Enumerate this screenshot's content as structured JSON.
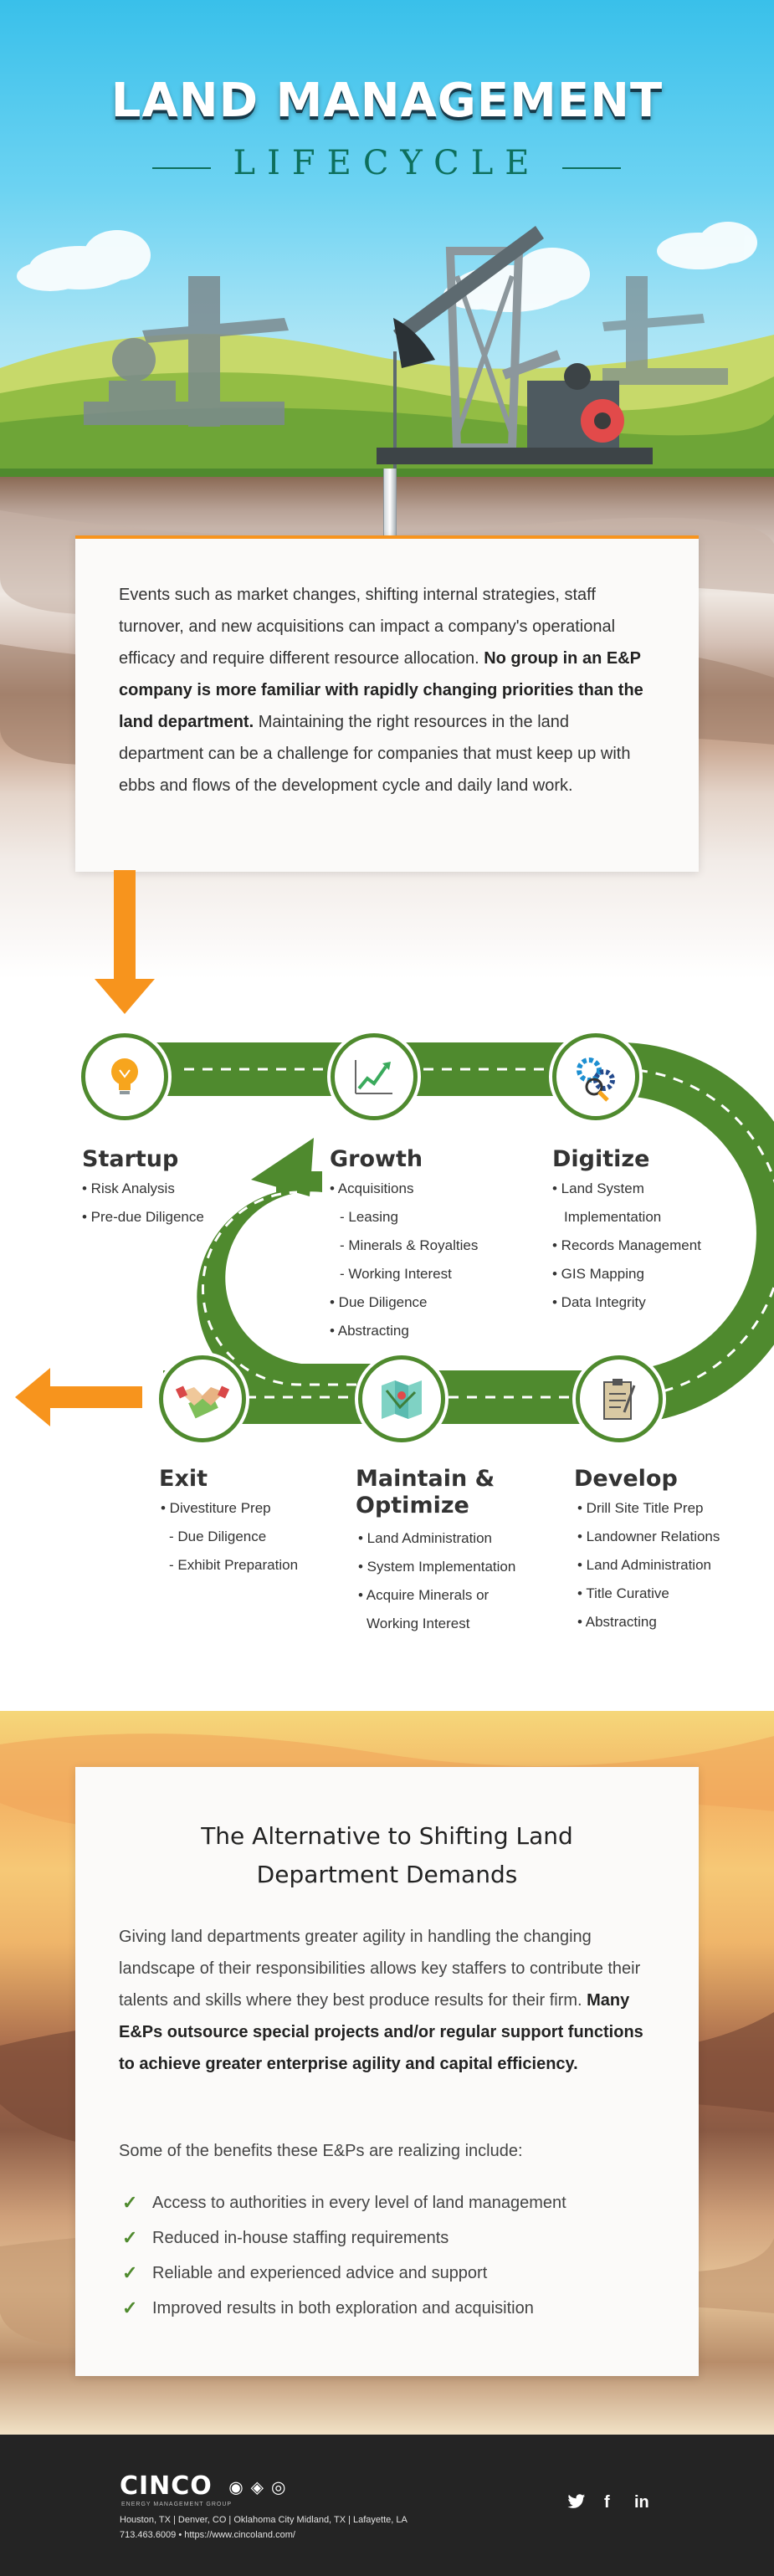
{
  "hero": {
    "title": "LAND MANAGEMENT",
    "subtitle": "LIFECYCLE"
  },
  "intro": {
    "text_before": "Events such as market changes, shifting internal strategies, staff turnover, and new acquisitions can impact a company's operational efficacy and require different resource allocation.",
    "text_bold": "No group in an E&P company is more familiar with rapidly changing priorities than the land department.",
    "text_after": "Maintaining the right resources in the land department can be a challenge for companies that must keep up with ebbs and flows of the development cycle and daily land work."
  },
  "lifecycle": {
    "startup": {
      "title": "Startup",
      "items": [
        "• Risk Analysis",
        "• Pre-due Diligence"
      ],
      "icon": "lightbulb-icon"
    },
    "growth": {
      "title": "Growth",
      "items": [
        "• Acquisitions",
        "- Leasing",
        "- Minerals & Royalties",
        "- Working Interest",
        "• Due Diligence",
        "• Abstracting"
      ],
      "icon": "growth-chart-icon"
    },
    "digitize": {
      "title": "Digitize",
      "items": [
        "• Land System",
        "Implementation",
        "• Records Management",
        "• GIS Mapping",
        "• Data Integrity"
      ],
      "icon": "gears-magnifier-icon"
    },
    "exit": {
      "title": "Exit",
      "items": [
        "• Divestiture Prep",
        "- Due Diligence",
        "- Exhibit Preparation"
      ],
      "icon": "handshake-money-icon"
    },
    "maintain": {
      "title_line1": "Maintain &",
      "title_line2": "Optimize",
      "items": [
        "• Land Administration",
        "• System Implementation",
        "• Acquire Minerals or",
        "Working Interest"
      ],
      "icon": "map-icon"
    },
    "develop": {
      "title": "Develop",
      "items": [
        "• Drill Site Title Prep",
        "• Landowner Relations",
        "• Land Administration",
        "• Title Curative",
        "• Abstracting"
      ],
      "icon": "clipboard-icon"
    }
  },
  "alternative": {
    "title_line1": "The Alternative to Shifting Land",
    "title_line2": "Department Demands",
    "para_before": "Giving land departments greater agility in handling the changing landscape of their responsibilities allows key staffers to contribute their talents and skills where they best produce results for their firm.",
    "para_bold": "Many E&Ps outsource special projects and/or regular support functions to achieve greater enterprise agility and capital efficiency.",
    "lead": "Some of the benefits these E&Ps are realizing include:",
    "benefits": [
      "Access to authorities in every level of land management",
      "Reduced in-house staffing requirements",
      "Reliable and experienced advice and support",
      "Improved results in both exploration and acquisition"
    ]
  },
  "footer": {
    "brand": "CINCO",
    "tagline": "ENERGY MANAGEMENT GROUP",
    "locations": "Houston, TX  |  Denver, CO  |  Oklahoma City Midland, TX  |  Lafayette, LA",
    "contact": "713.463.6009  •  https://www.cincoland.com/",
    "social": [
      "twitter-icon",
      "facebook-icon",
      "linkedin-icon"
    ]
  },
  "colors": {
    "accent_orange": "#f7941d",
    "track_green": "#4f8a2e",
    "title_teal": "#0e6f5c",
    "footer_bg": "#242424"
  }
}
